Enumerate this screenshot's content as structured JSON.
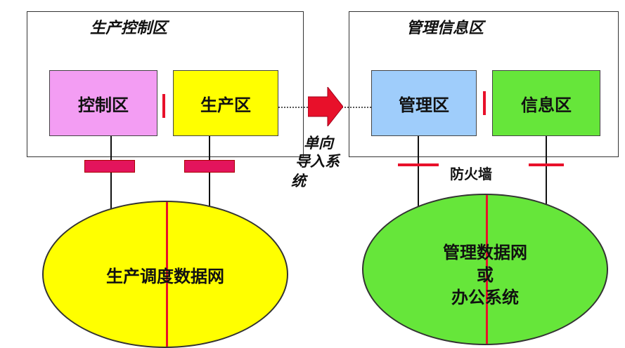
{
  "zones": {
    "production": {
      "title": "生产控制区",
      "boxes": {
        "control": "控制区",
        "production": "生产区"
      }
    },
    "management": {
      "title": "管理信息区",
      "boxes": {
        "management": "管理区",
        "info": "信息区"
      }
    }
  },
  "connector": {
    "label_line1": "单向",
    "label_line2": "导入系",
    "label_line3": "统"
  },
  "firewall_label": "防火墙",
  "networks": {
    "left": {
      "label": "生产调度数据网"
    },
    "right": {
      "line1": "管理数据网",
      "line2": "或",
      "line3": "办公系统"
    }
  },
  "colors": {
    "control": "#f39df3",
    "production": "#ffff00",
    "management": "#9fcdfb",
    "info": "#66e63a",
    "arrow": "#e8102a",
    "separator": "#e8102a",
    "gateway": "#e3145c"
  }
}
